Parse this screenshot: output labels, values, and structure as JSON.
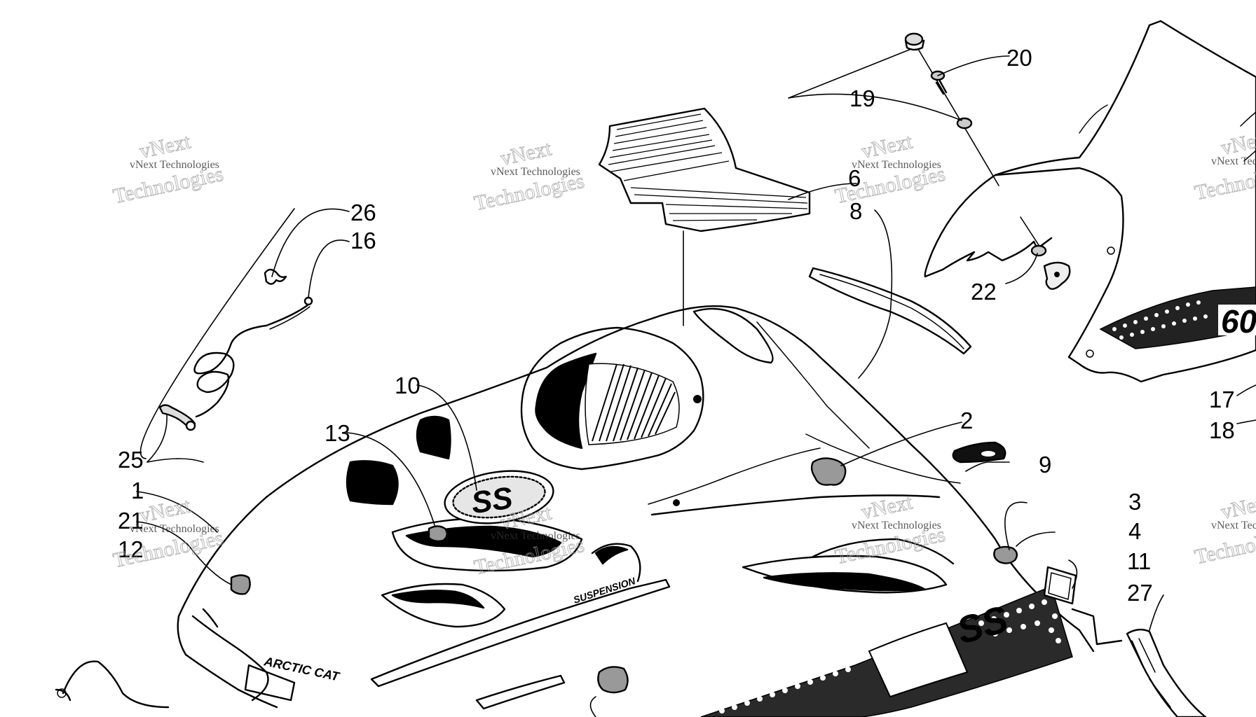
{
  "callouts": [
    "1",
    "2",
    "3",
    "4",
    "6",
    "8",
    "9",
    "10",
    "11",
    "12",
    "13",
    "16",
    "17",
    "18",
    "19",
    "20",
    "21",
    "22",
    "25",
    "26",
    "27"
  ],
  "watermark": {
    "line1": "vNext Technologies",
    "line2": "vNext",
    "line3": "Technologies"
  },
  "hood_text": {
    "brand": "ARCTIC CAT",
    "model": "SS",
    "windshield_model": "60",
    "suspension": "SUSPENSION"
  }
}
